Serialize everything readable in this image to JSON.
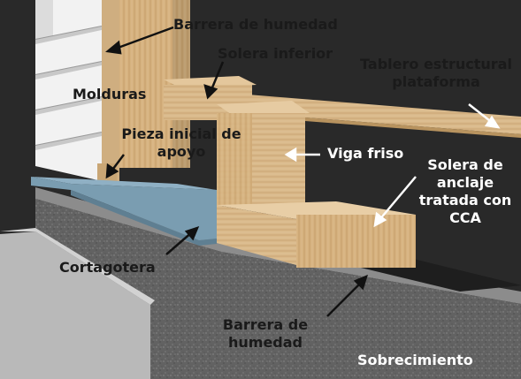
{
  "labels": {
    "barrera_humedad_top": "Barrera de humedad",
    "solera_inferior": "Solera inferior",
    "tablero_line1": "Tablero estructural",
    "tablero_line2": "plataforma",
    "molduras": "Molduras",
    "pieza_line1": "Pieza inicial de",
    "pieza_line2": "apoyo",
    "viga_friso": "Viga friso",
    "solera_anclaje_line1": "Solera de",
    "solera_anclaje_line2": "anclaje",
    "solera_anclaje_line3": "tratada con",
    "solera_anclaje_line4": "CCA",
    "cortagotera": "Cortagotera",
    "barrera_bottom_line1": "Barrera de",
    "barrera_bottom_line2": "humedad",
    "sobrecimiento": "Sobrecimiento"
  },
  "colors": {
    "background": "#2f2f2f",
    "wood": "#d9b98a",
    "concrete": "#6f6f6f",
    "flashing": "#7c9fb4",
    "siding": "#e6e6e6",
    "dark_text": "#1a1a1a",
    "light_text": "#ffffff"
  }
}
